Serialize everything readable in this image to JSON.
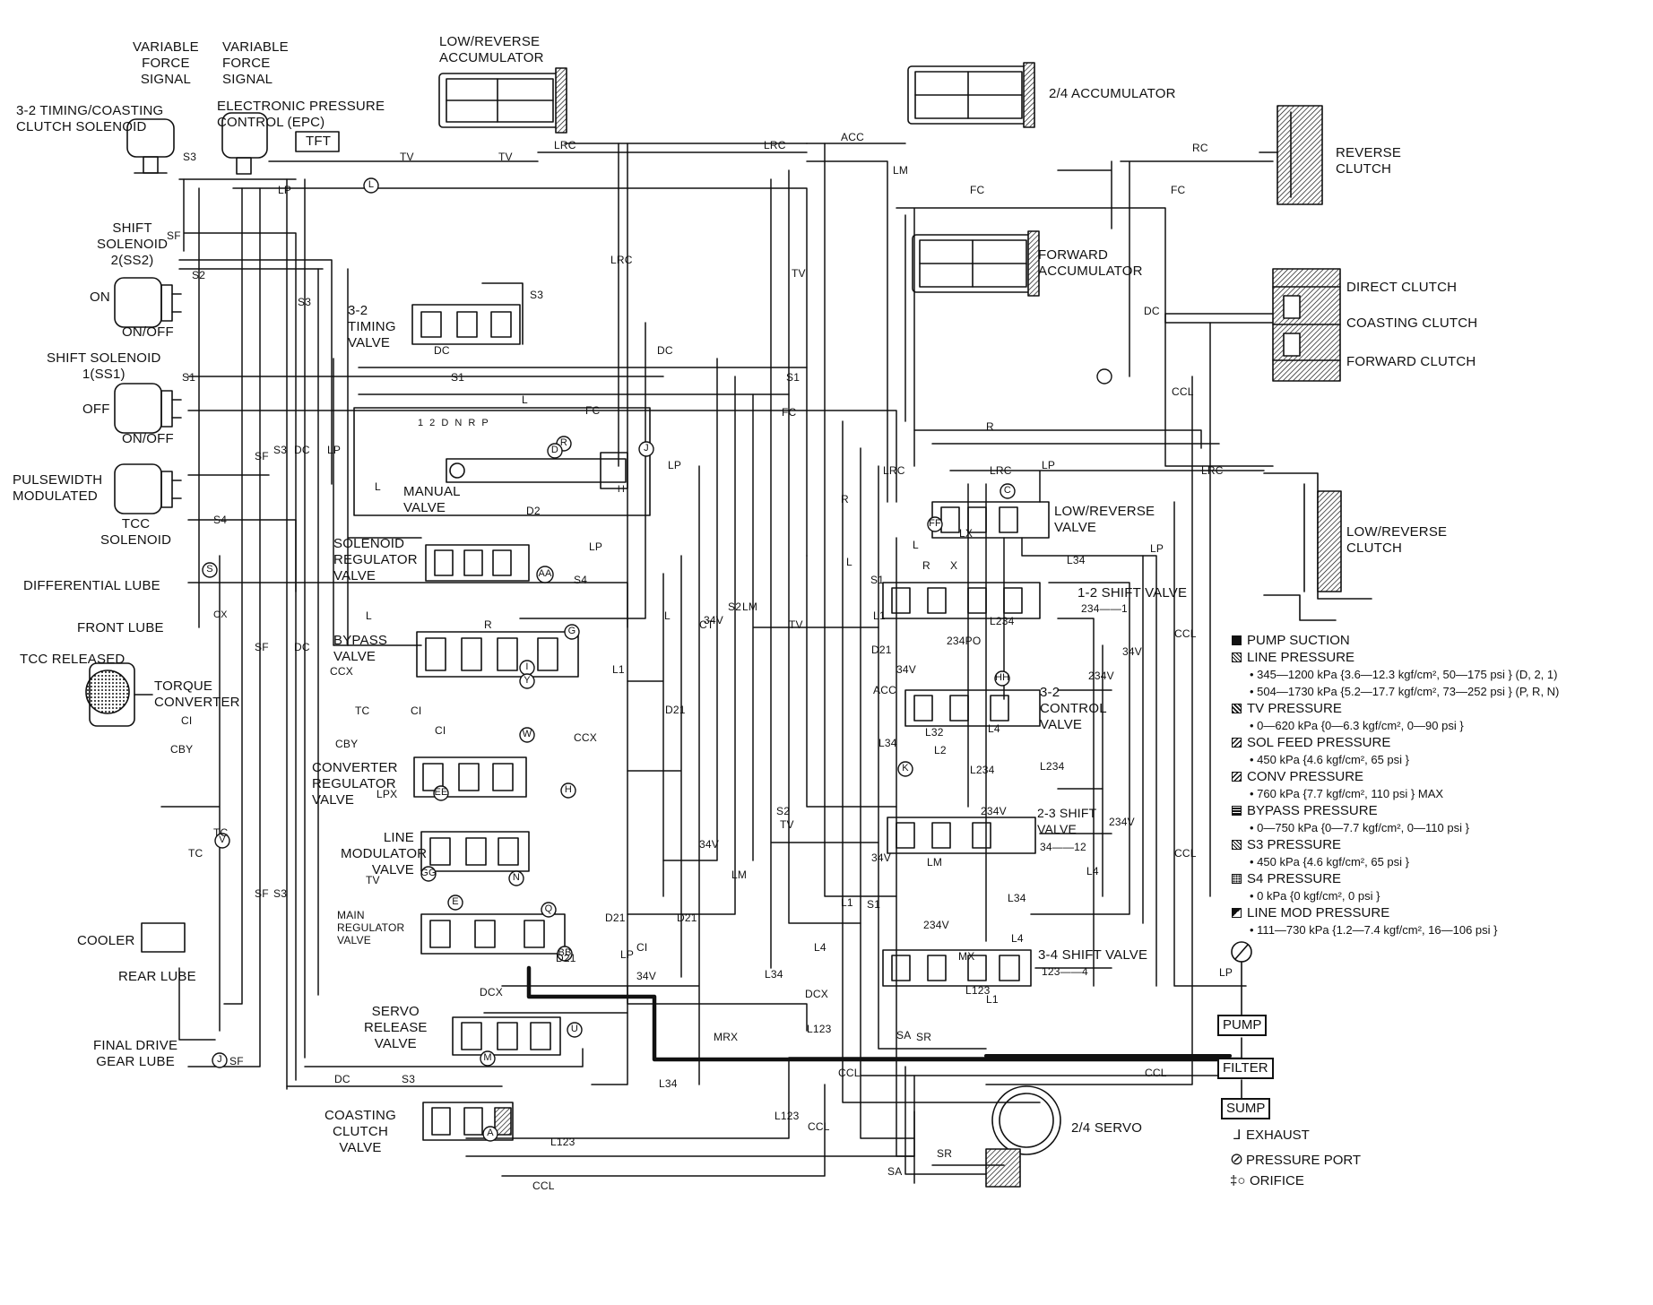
{
  "components": {
    "vfs_left": "VARIABLE\nFORCE\nSIGNAL",
    "vfs_right": "VARIABLE\nFORCE\nSIGNAL",
    "timing_solenoid": "3-2 TIMING/COASTING\nCLUTCH SOLENOID",
    "epc": "ELECTRONIC PRESSURE\nCONTROL (EPC)",
    "tft": "TFT",
    "low_reverse_accumulator": "LOW/REVERSE\nACCUMULATOR",
    "accumulator_24": "2/4 ACCUMULATOR",
    "reverse_clutch": "REVERSE\nCLUTCH",
    "forward_accumulator": "FORWARD\nACCUMULATOR",
    "direct_clutch": "DIRECT CLUTCH",
    "coasting_clutch": "COASTING CLUTCH",
    "forward_clutch": "FORWARD CLUTCH",
    "shift_solenoid_2": "SHIFT\nSOLENOID\n2(SS2)",
    "ss2_on": "ON",
    "ss2_onoff": "ON/OFF",
    "timing_valve": "3-2\nTIMING\nVALVE",
    "shift_solenoid_1": "SHIFT SOLENOID\n1(SS1)",
    "ss1_off": "OFF",
    "ss1_onoff": "ON/OFF",
    "pwm": "PULSEWIDTH\nMODULATED",
    "tcc_solenoid": "TCC\nSOLENOID",
    "manual_valve": "MANUAL\nVALVE",
    "manual_positions": "1 2 D N R P",
    "low_reverse_valve": "LOW/REVERSE\nVALVE",
    "low_reverse_clutch": "LOW/REVERSE\nCLUTCH",
    "solenoid_regulator_valve": "SOLENOID\nREGULATOR\nVALVE",
    "differential_lube": "DIFFERENTIAL LUBE",
    "front_lube": "FRONT LUBE",
    "tcc_released": "TCC RELEASED",
    "torque_converter": "TORQUE\nCONVERTER",
    "bypass_valve": "BYPASS\nVALVE",
    "shift_valve_12": "1-2 SHIFT VALVE",
    "shift_valve_12_pos": "234——1",
    "control_valve_32": "3-2\nCONTROL\nVALVE",
    "converter_regulator_valve": "CONVERTER\nREGULATOR\nVALVE",
    "shift_valve_23": "2-3 SHIFT\nVALVE",
    "shift_valve_23_pos": "34——12",
    "line_modulator_valve": "LINE\nMODULATOR\nVALVE",
    "main_regulator_valve": "MAIN\nREGULATOR\nVALVE",
    "shift_valve_34": "3-4 SHIFT VALVE",
    "shift_valve_34_pos": "123——4",
    "cooler": "COOLER",
    "rear_lube": "REAR LUBE",
    "servo_release_valve": "SERVO\nRELEASE\nVALVE",
    "final_drive_gear_lube": "FINAL DRIVE\nGEAR LUBE",
    "coasting_clutch_valve": "COASTING\nCLUTCH\nVALVE",
    "servo_24": "2/4 SERVO",
    "pump": "PUMP",
    "filter": "FILTER",
    "sump": "SUMP"
  },
  "lines": {
    "s3": "S3",
    "lp": "LP",
    "tv": "TV",
    "lrc": "LRC",
    "acc": "ACC",
    "lm": "LM",
    "rc": "RC",
    "fc": "FC",
    "sf": "SF",
    "s2": "S2",
    "dc": "DC",
    "s1": "S1",
    "l": "L",
    "r": "R",
    "d2": "D2",
    "s4": "S4",
    "ccl": "CCL",
    "lx": "LX",
    "x": "X",
    "l34": "L34",
    "l1": "L1",
    "l234": "L234",
    "d21": "D21",
    "v34": "34V",
    "v234": "234V",
    "po234": "234PO",
    "ccx": "CCX",
    "ct": "CT",
    "ci": "CI",
    "tc": "TC",
    "cby": "CBY",
    "lpx": "LPX",
    "l32": "L32",
    "l2": "L2",
    "l4": "L4",
    "mx": "MX",
    "dcx": "DCX",
    "mrx": "MRX",
    "l123": "L123",
    "sa": "SA",
    "sr": "SR"
  },
  "orifices": {
    "o_l": "L",
    "o_d": "D",
    "o_r": "R",
    "o_j": "J",
    "o_h": "H",
    "o_c": "C",
    "o_ff": "FF",
    "o_s": "S",
    "o_cx": "CX",
    "o_aa": "AA",
    "o_g": "G",
    "o_hh": "HH",
    "o_i": "I",
    "o_y": "Y",
    "o_k": "K",
    "o_w": "W",
    "o_ee": "EE",
    "o_h2": "H",
    "o_gg": "GG",
    "o_n": "N",
    "o_e": "E",
    "o_q": "Q",
    "o_bb": "BB",
    "o_v": "V",
    "o_u": "U",
    "o_m": "M",
    "o_a": "A",
    "o_j2": "J"
  },
  "legend": {
    "pump_suction": "PUMP SUCTION",
    "line_pressure": "LINE PRESSURE",
    "line_pressure_1": "•  345—1200 kPa {3.6—12.3 kgf/cm², 50—175 psi } (D, 2, 1)",
    "line_pressure_2": "•  504—1730 kPa {5.2—17.7 kgf/cm², 73—252 psi } (P, R, N)",
    "tv_pressure": "TV PRESSURE",
    "tv_pressure_1": "•  0—620 kPa {0—6.3 kgf/cm², 0—90 psi }",
    "sol_feed_pressure": "SOL FEED PRESSURE",
    "sol_feed_pressure_1": "•  450 kPa {4.6 kgf/cm², 65 psi }",
    "conv_pressure": "CONV PRESSURE",
    "conv_pressure_1": "•  760 kPa {7.7 kgf/cm², 110 psi } MAX",
    "bypass_pressure": "BYPASS PRESSURE",
    "bypass_pressure_1": "•  0—750 kPa {0—7.7 kgf/cm², 0—110 psi }",
    "s3_pressure": "S3 PRESSURE",
    "s3_pressure_1": "•  450 kPa {4.6 kgf/cm², 65 psi }",
    "s4_pressure": "S4 PRESSURE",
    "s4_pressure_1": "•  0 kPa {0 kgf/cm², 0 psi }",
    "line_mod_pressure": "LINE MOD PRESSURE",
    "line_mod_pressure_1": "•  111—730 kPa {1.2—7.4 kgf/cm², 16—106 psi }",
    "exhaust": "EXHAUST",
    "pressure_port": "PRESSURE PORT",
    "orifice": "ORIFICE"
  }
}
